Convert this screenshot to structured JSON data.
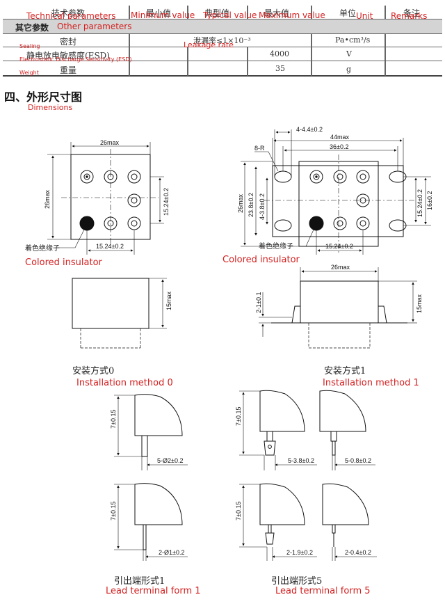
{
  "table": {
    "headers": [
      {
        "cn": "技术参数",
        "en": "Technical parameters"
      },
      {
        "cn": "最小值",
        "en": "Minimum value"
      },
      {
        "cn": "典型值",
        "en": "Typical value"
      },
      {
        "cn": "最大值",
        "en": "Maximum value"
      },
      {
        "cn": "单位",
        "en": "Unit"
      },
      {
        "cn": "备注",
        "en": "Remarks"
      }
    ],
    "section": {
      "cn": "其它参数",
      "en": "Other parameters"
    },
    "rows": [
      {
        "cn": "密封",
        "en": "Sealing",
        "typical": "泄漏率≤1×10⁻³",
        "typical_en": "Leakage rate",
        "max": "",
        "unit": "Pa•cm³/s"
      },
      {
        "cn": "静电放电敏感度(ESD)",
        "en": "Electrostatic Discharge Sensitivity (ESD)",
        "typical": "",
        "typical_en": "",
        "max": "4000",
        "unit": "V"
      },
      {
        "cn": "重量",
        "en": "Weight",
        "typical": "",
        "typical_en": "",
        "max": "35",
        "unit": "g"
      }
    ]
  },
  "dimensions": {
    "title_cn": "四、外形尺寸图",
    "title_en": "Dimensions"
  },
  "drawings": {
    "m0_width": "26max",
    "m0_height": "26max",
    "m0_pitch_v": "15.24±0.2",
    "m0_pitch_h": "15.24±0.2",
    "m0_label_cn": "着色绝缘子",
    "m0_label_en": "Colored insulator",
    "m0_side_h": "15max",
    "m1_44": "44max",
    "m1_36": "36±0.2",
    "m1_slot": "4-4.4±0.2",
    "m1_r": "8-R",
    "m1_26": "26max",
    "m1_238": "23.8±0.2",
    "m1_438": "4-3.8±0.2",
    "m1_1524v": "15.24±0.2",
    "m1_16": "16±0.2",
    "m1_1524h": "15.24±0.2",
    "m1_label_cn": "着色绝缘子",
    "m1_label_en": "Colored insulator",
    "m1_side_w": "26max",
    "m1_side_t": "2-1±0.1",
    "m1_side_h": "15max",
    "install0_cn": "安装方式0",
    "install0_en": "Installation method 0",
    "install1_cn": "安装方式1",
    "install1_en": "Installation method 1",
    "pin_h": "7±0.15",
    "pin1a": "5-Ø2±0.2",
    "pin5a": "5-3.8±0.2",
    "pin5b": "5-0.8±0.2",
    "pin1b": "2-Ø1±0.2",
    "pin5c": "2-1.9±0.2",
    "pin5d": "2-0.4±0.2",
    "lead1_cn": "引出端形式1",
    "lead1_en": "Lead terminal form 1",
    "lead5_cn": "引出端形式5",
    "lead5_en": "Lead terminal form 5"
  }
}
